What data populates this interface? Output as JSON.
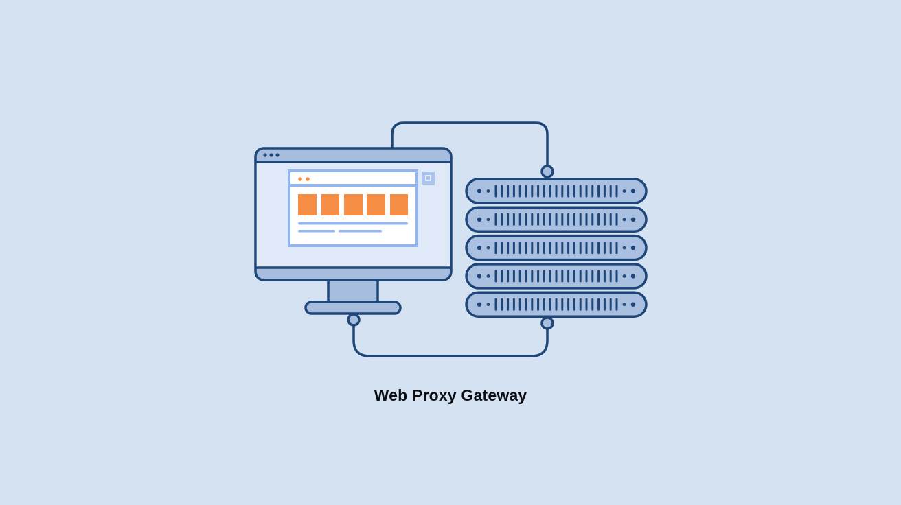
{
  "title": "Web Proxy Gateway",
  "colors": {
    "background": "#d5e2f2",
    "outline": "#1e4679",
    "frame_fill": "#a6bddd",
    "screen_fill": "#dfe9f8",
    "window_border": "#93b6f0",
    "window_fill": "#ffffff",
    "tile": "#f78e45",
    "dot": "#f78e45",
    "server_fill": "#a9c0e0",
    "text": "#0d0f14"
  },
  "monitor": {
    "label": "client-computer",
    "toolbar_dots": 3,
    "browser_window": {
      "dots": 2,
      "tiles": 5,
      "content_lines": 3
    }
  },
  "server_stack": {
    "label": "proxy-server-rack",
    "units": 5,
    "vents_per_unit": 21
  },
  "connections": [
    {
      "from": "monitor-top",
      "to": "server-top"
    },
    {
      "from": "monitor-bottom",
      "to": "server-bottom"
    }
  ]
}
